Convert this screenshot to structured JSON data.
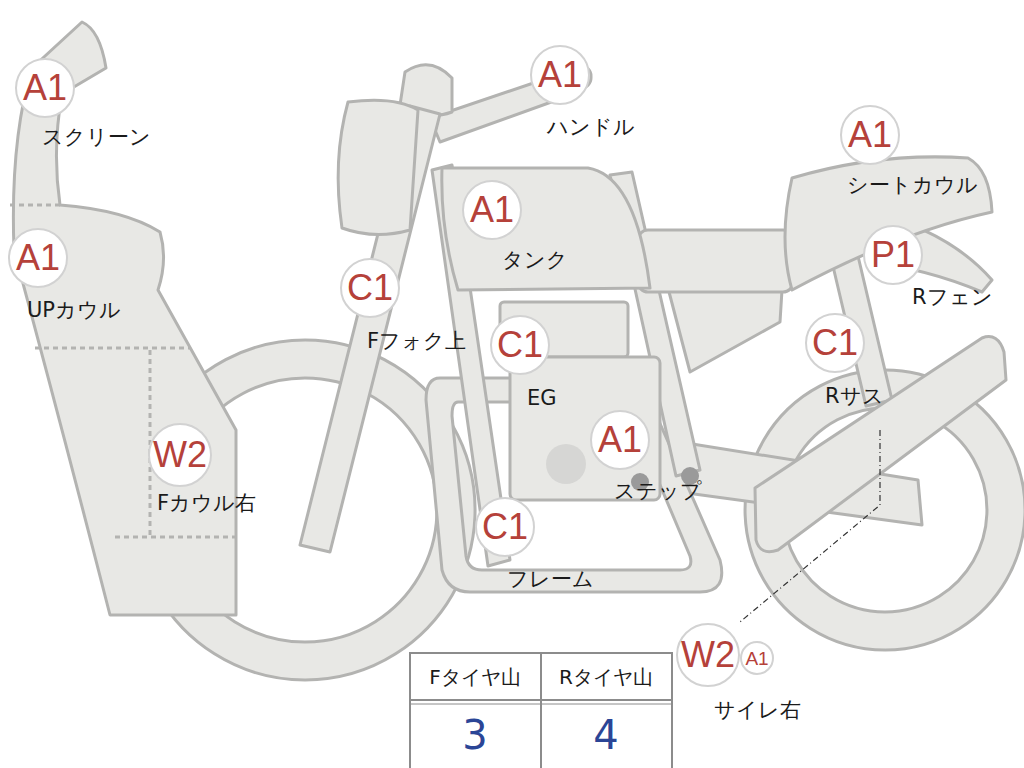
{
  "diagram": {
    "nodes": [
      {
        "text": [
          "A1",
          "スクリーン"
        ]
      },
      {
        "text": [
          "A1",
          "ハンドル"
        ]
      },
      {
        "text": [
          "A1",
          "シートカウル"
        ]
      },
      {
        "text": [
          "A1",
          "タンク"
        ]
      },
      {
        "text": [
          "A1",
          "UPカウル"
        ]
      },
      {
        "text": [
          "P1",
          "Rフェン"
        ]
      },
      {
        "text": [
          "C1",
          "Fフォク上"
        ]
      },
      {
        "text": [
          "C1",
          "EG"
        ]
      },
      {
        "text": [
          "C1",
          "Rサス"
        ]
      },
      {
        "text": [
          "W2",
          "Fカウル右"
        ]
      },
      {
        "text": [
          "A1",
          "ステップ"
        ]
      },
      {
        "text": [
          "C1",
          "フレーム"
        ]
      },
      {
        "text": [
          "W2",
          "サイレ右"
        ]
      },
      {
        "text": [
          "A1"
        ]
      }
    ],
    "labels": [
      "Fタイヤ山",
      "Rタイヤ山",
      "3",
      "4"
    ]
  }
}
